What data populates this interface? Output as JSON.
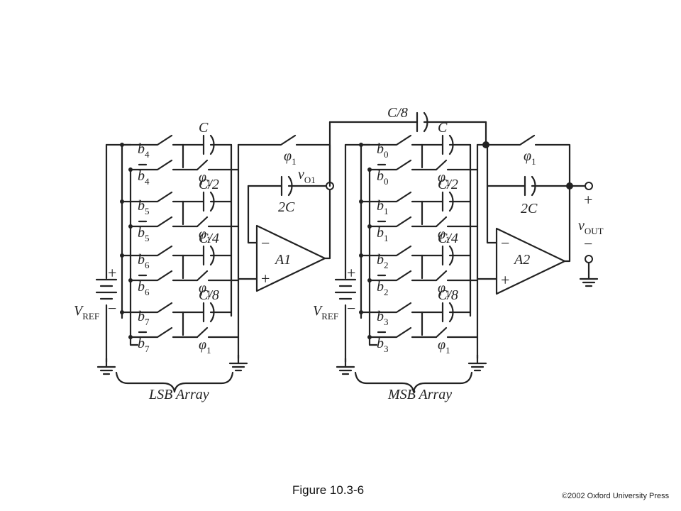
{
  "figure": {
    "caption": "Figure 10.3-6",
    "copyright": "©2002 Oxford University Press"
  },
  "lsb": {
    "array_label": "LSB Array",
    "vref": "V",
    "vref_sub": "REF",
    "plus": "+",
    "minus": "−",
    "bits": [
      "b",
      "b",
      "b",
      "b"
    ],
    "bit_subs": [
      "4",
      "5",
      "6",
      "7"
    ],
    "caps": [
      "C",
      "C/2",
      "C/4",
      "C/8"
    ],
    "phi": "φ",
    "phi_sub": "1",
    "amp": "A1",
    "feedback_cap": "2C",
    "out": "v",
    "out_sub": "O1"
  },
  "msb": {
    "array_label": "MSB Array",
    "vref": "V",
    "vref_sub": "REF",
    "plus": "+",
    "minus": "−",
    "bits": [
      "b",
      "b",
      "b",
      "b"
    ],
    "bit_subs": [
      "0",
      "1",
      "2",
      "3"
    ],
    "caps": [
      "C",
      "C/2",
      "C/4",
      "C/8"
    ],
    "phi": "φ",
    "phi_sub": "1",
    "amp": "A2",
    "feedback_cap": "2C",
    "coupling_cap": "C/8",
    "out": "v",
    "out_sub": "OUT"
  },
  "opamp_signs": {
    "minus": "−",
    "plus": "+"
  }
}
